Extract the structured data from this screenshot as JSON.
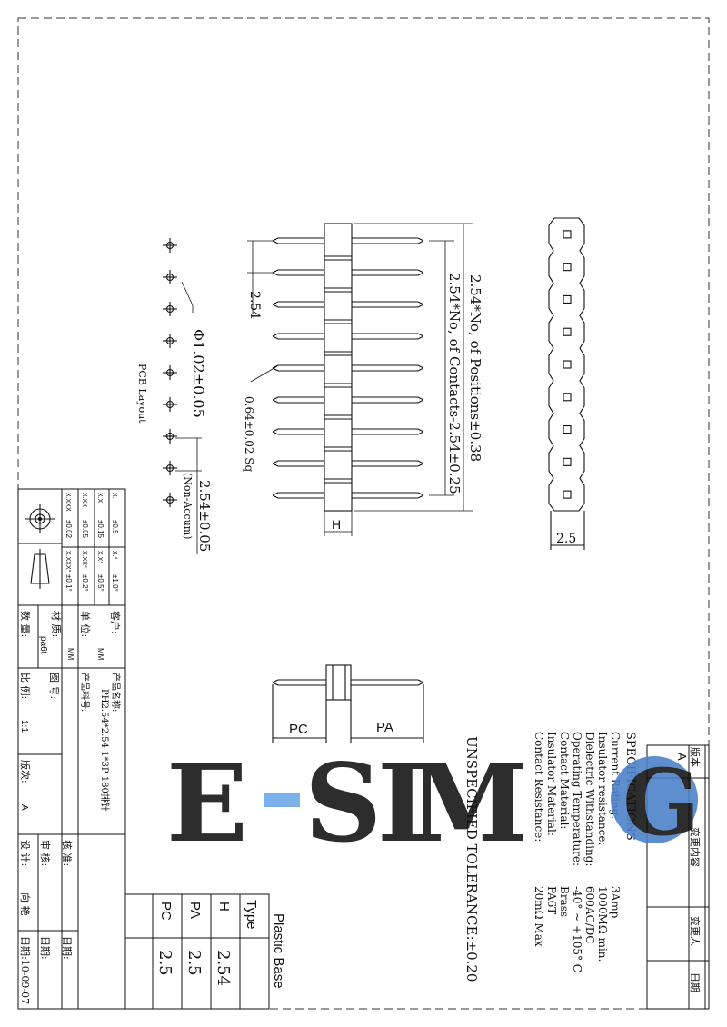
{
  "drawing": {
    "dim_positions": "2.54*No, of Positions±0.38",
    "dim_contacts": "2.54*No, of Contacts-2.54±0.25",
    "dim_pitch": "2.54",
    "dim_pin_sq": "0.64±0.02 Sq",
    "dim_hole": "Φ1.02±0.05",
    "dim_pcb_pitch": "2.54±0.05",
    "dim_non_accum": "(Non-Accum)",
    "pcb_layout_label": "PCB Layout",
    "dim_h": "H",
    "dim_pc": "PC",
    "dim_pa": "PA",
    "dim_side": "2.5",
    "unspecified_tolerance": "UNSPECIFIED TOLERANCE:±0.20"
  },
  "specifications": {
    "title": "SPECIFICATIONS",
    "rows": [
      {
        "label": "Current Rating:",
        "value": "3Amp"
      },
      {
        "label": "Insulator resistance:",
        "value": "1000MΩ min."
      },
      {
        "label": "Dielectric Withstanding:",
        "value": "600AC/DC"
      },
      {
        "label": "Operating Temperature:",
        "value": "-40° ~ +105° C"
      },
      {
        "label": "Contact Material:",
        "value": "Brass"
      },
      {
        "label": "Insulator Material:",
        "value": "PA6T"
      },
      {
        "label": "Contact Resistance:",
        "value": "20mΩ Max"
      }
    ]
  },
  "plastic_base": {
    "title": "Plastic Base",
    "header": [
      "Type"
    ],
    "rows": [
      {
        "type": "H",
        "value": "2.54"
      },
      {
        "type": "PA",
        "value": "2.5"
      },
      {
        "type": "PC",
        "value": "2.5"
      }
    ]
  },
  "revision_table": {
    "headers": [
      "版本",
      "变更内容",
      "变更人",
      "日期"
    ],
    "version": "A"
  },
  "tolerance_table": {
    "rows": [
      {
        "fmt": "X.",
        "tol": "±0.5",
        "ang_fmt": "X.°",
        "ang_tol": "±1.0°"
      },
      {
        "fmt": "X.X",
        "tol": "±0.15",
        "ang_fmt": "X.X°",
        "ang_tol": "±0.5°"
      },
      {
        "fmt": "X.XX",
        "tol": "±0.05",
        "ang_fmt": "X.XX°",
        "ang_tol": "±0.2°"
      },
      {
        "fmt": "X.XXX",
        "tol": "±0.02",
        "ang_fmt": "X.XXX°",
        "ang_tol": "±0.1°"
      }
    ]
  },
  "title_block": {
    "customer_label": "客户:",
    "unit_label": "单  位:",
    "unit_value": "MM",
    "material_label": "材  质:",
    "material_value": "pa6t",
    "quantity_label": "数  量:",
    "product_name_label": "产品名称:",
    "product_name_value": "PH2.54*2.54 1*3P 180排针",
    "product_no_label": "产品料号:",
    "drawing_no_label": "图      号:",
    "scale_label": "比  例:",
    "scale_value": "1:1",
    "version_label": "版次:",
    "version_value": "A",
    "approve_label": "核  准:",
    "review_label": "审  核:",
    "design_label": "设  计:",
    "designer": "向  艳",
    "date_label": "日期:",
    "date_value": "日期:10-09-07"
  },
  "watermark": {
    "text": "E-SIMG"
  }
}
